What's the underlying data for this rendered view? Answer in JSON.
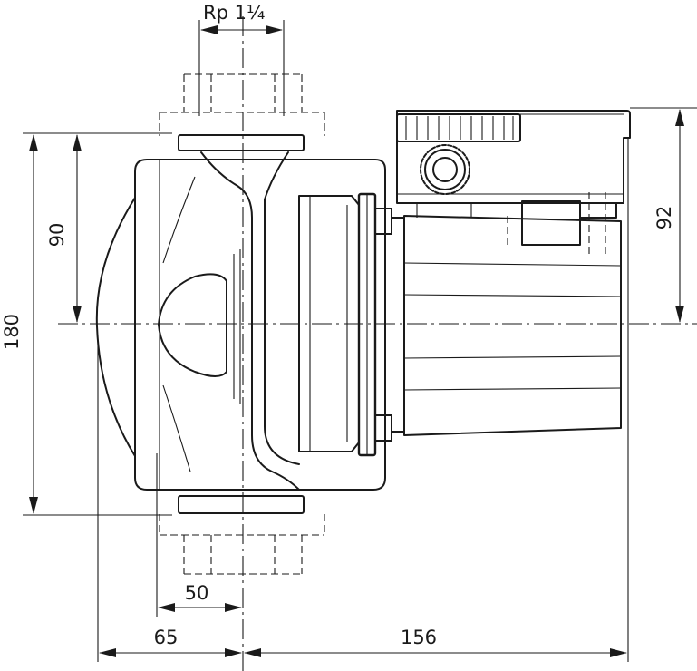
{
  "dimensions": {
    "thread": "Rp 1¼",
    "pipe_half_height": "90",
    "total_height": "180",
    "motor_height": "92",
    "hub_offset": "50",
    "body_offset": "65",
    "motor_length": "156"
  }
}
